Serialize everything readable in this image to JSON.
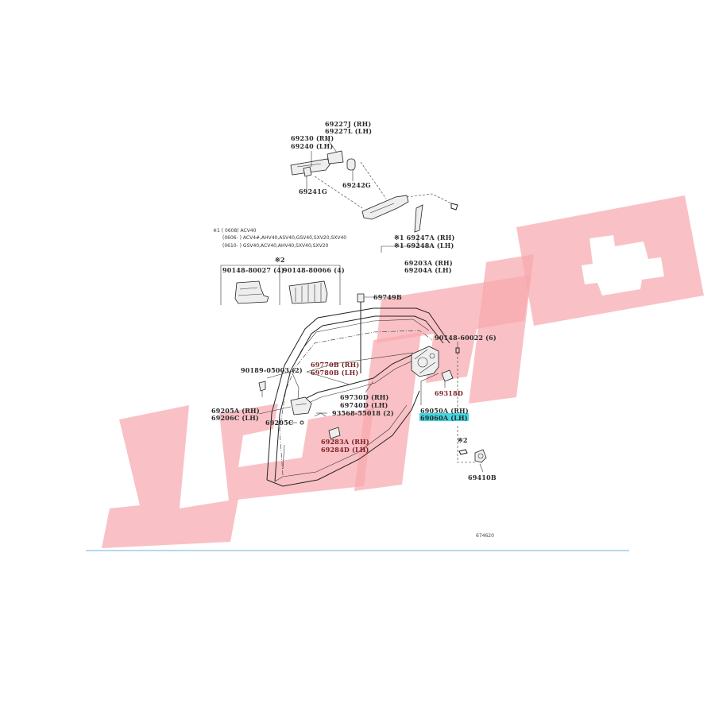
{
  "colors": {
    "watermark": "#f6a9ae",
    "highlight": "#3fd7e0",
    "rule": "#6fb2e0",
    "label_red": "#7a1f24"
  },
  "labels": {
    "p69227j": "69227J (RH)",
    "p69227l": "69227L (LH)",
    "p69230": "69230 (RH)",
    "p69240": "69240 (LH)",
    "p69241g": "69241G",
    "p69242g": "69242G",
    "p69247a": "※1 69247A (RH)",
    "p69248a": "※1 69248A (LH)",
    "p69203a": "69203A (RH)",
    "p69204a": "69204A (LH)",
    "x2": "※2",
    "p90148_80027": "90148-80027 (4)",
    "p90148_80066": "90148-80066 (4)",
    "p69749b": "69749B",
    "p90148_60022": "90148-60022 (6)",
    "p69770b": "69770B (RH)",
    "p69780b": "69780B (LH)",
    "p90189_05003": "90189-05003 (2)",
    "p69730d": "69730D (RH)",
    "p69740d": "69740D (LH)",
    "p69318d": "69318D",
    "p69205a": "69205A (RH)",
    "p69206c": "69206C (LH)",
    "p69205c": "69205C",
    "p93568": "93568-55018 (2)",
    "p69050a": "69050A (RH)",
    "p69060a": "69060A (LH)",
    "p69283a": "69283A (RH)",
    "p69284d": "69284D (LH)",
    "x2b": "※2",
    "p69410b": "69410B",
    "code": "674620"
  },
  "notes": {
    "l1": "※1 (        0608) ACV40",
    "l2": "(0606-      ) ACV4#,AHV40,ASV40,GSV40,SXV20,SXV40",
    "l3": "(0610-      ) GSV40,ACV40,AHV40,SXV40,SXV20"
  }
}
